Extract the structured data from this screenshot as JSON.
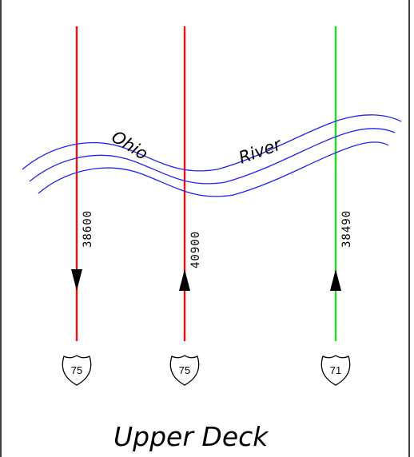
{
  "river": {
    "word1": "Ohio",
    "word2": "River"
  },
  "routes": [
    {
      "shield": "75",
      "volume": "38600",
      "direction": "down",
      "color": "#ee1111"
    },
    {
      "shield": "75",
      "volume": "40900",
      "direction": "up",
      "color": "#ee1111"
    },
    {
      "shield": "71",
      "volume": "38490",
      "direction": "up",
      "color": "#22dd22"
    }
  ],
  "title": "Upper Deck"
}
